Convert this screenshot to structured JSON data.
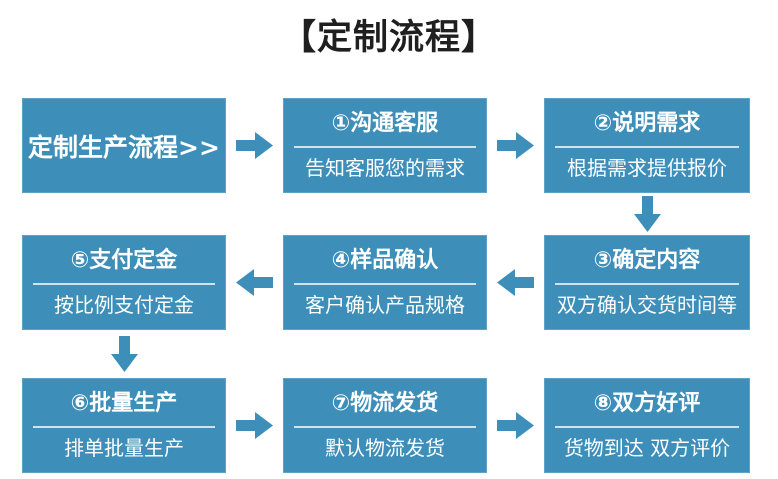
{
  "title": "【定制流程】",
  "colors": {
    "box_fill": "#3d8fba",
    "box_border": "#5ea3c6",
    "arrow": "#3d8fba",
    "title_text": "#1f1f1f",
    "box_text": "#ffffff",
    "divider": "rgba(255,255,255,0.75)",
    "background": "#ffffff"
  },
  "flow": {
    "start_label": "定制生产流程>>",
    "steps": [
      {
        "heading": "①沟通客服",
        "sub": "告知客服您的需求"
      },
      {
        "heading": "②说明需求",
        "sub": "根据需求提供报价"
      },
      {
        "heading": "③确定内容",
        "sub": "双方确认交货时间等"
      },
      {
        "heading": "④样品确认",
        "sub": "客户确认产品规格"
      },
      {
        "heading": "⑤支付定金",
        "sub": "按比例支付定金"
      },
      {
        "heading": "⑥批量生产",
        "sub": "排单批量生产"
      },
      {
        "heading": "⑦物流发货",
        "sub": "默认物流发货"
      },
      {
        "heading": "⑧双方好评",
        "sub": "货物到达 双方评价"
      }
    ]
  }
}
